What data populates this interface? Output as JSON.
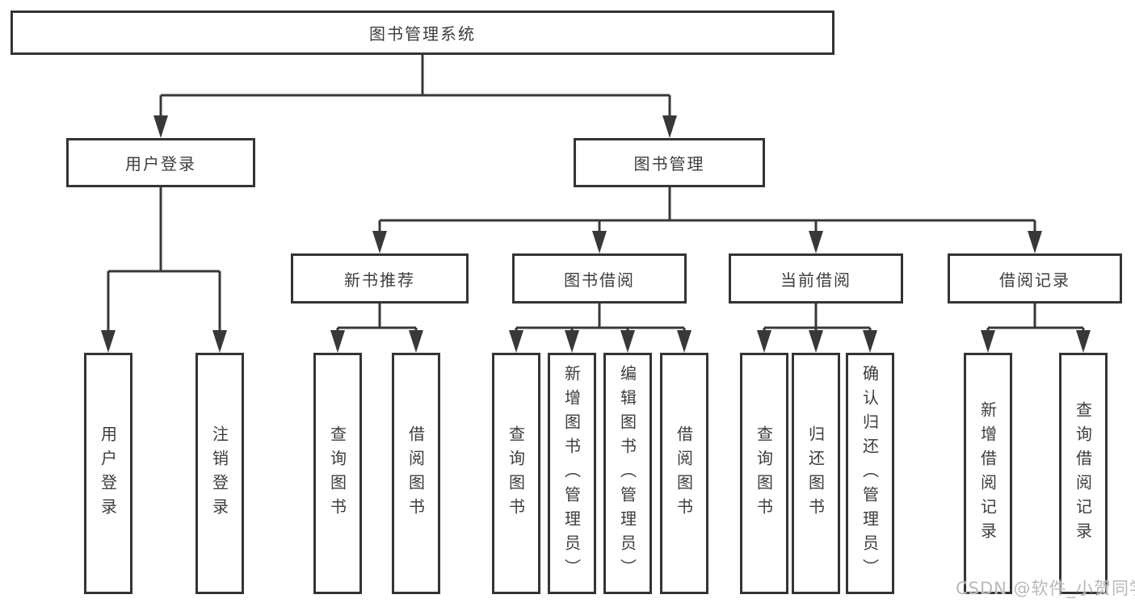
{
  "diagram": {
    "root": "图书管理系统",
    "branches": [
      {
        "label": "用户登录",
        "children": [
          "用户登录",
          "注销登录"
        ]
      },
      {
        "label": "图书管理",
        "sections": [
          {
            "label": "新书推荐",
            "children": [
              "查询图书",
              "借阅图书"
            ]
          },
          {
            "label": "图书借阅",
            "children": [
              "查询图书",
              "新增图书（管理员）",
              "编辑图书（管理员）",
              "借阅图书"
            ]
          },
          {
            "label": "当前借阅",
            "children": [
              "查询图书",
              "归还图书",
              "确认归还（管理员）"
            ]
          },
          {
            "label": "借阅记录",
            "children": [
              "新增借阅记录",
              "查询借阅记录"
            ]
          }
        ]
      }
    ]
  },
  "watermark": "CSDN @软件_小贺同学",
  "colors": {
    "line": "#383838",
    "border": "#343434",
    "text": "#3d3d3d",
    "watermark": "#b9b9b9",
    "background": "#ffffff"
  }
}
